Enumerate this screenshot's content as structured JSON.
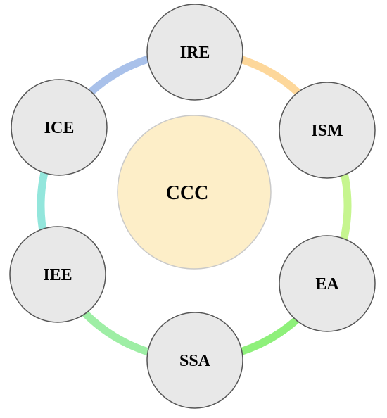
{
  "center": {
    "label": "CCC",
    "fill": "#fdeec8",
    "stroke": "#c9c9c9"
  },
  "nodes": [
    {
      "id": "ire",
      "label": "IRE",
      "fill": "#e8e8e8",
      "stroke": "#555555"
    },
    {
      "id": "ism",
      "label": "ISM",
      "fill": "#e8e8e8",
      "stroke": "#555555"
    },
    {
      "id": "ea",
      "label": "EA",
      "fill": "#e8e8e8",
      "stroke": "#555555"
    },
    {
      "id": "ssa",
      "label": "SSA",
      "fill": "#e8e8e8",
      "stroke": "#555555"
    },
    {
      "id": "iee",
      "label": "IEE",
      "fill": "#e8e8e8",
      "stroke": "#555555"
    },
    {
      "id": "ice",
      "label": "ICE",
      "fill": "#e8e8e8",
      "stroke": "#555555"
    }
  ],
  "ring_segments": [
    {
      "from": "ire",
      "to": "ism",
      "color": "#fdd79a"
    },
    {
      "from": "ism",
      "to": "ea",
      "color": "#c6f58f"
    },
    {
      "from": "ea",
      "to": "ssa",
      "color": "#8ef07a"
    },
    {
      "from": "ssa",
      "to": "iee",
      "color": "#9eeea5"
    },
    {
      "from": "iee",
      "to": "ice",
      "color": "#93e6dc"
    },
    {
      "from": "ice",
      "to": "ire",
      "color": "#a9c1ea"
    }
  ]
}
